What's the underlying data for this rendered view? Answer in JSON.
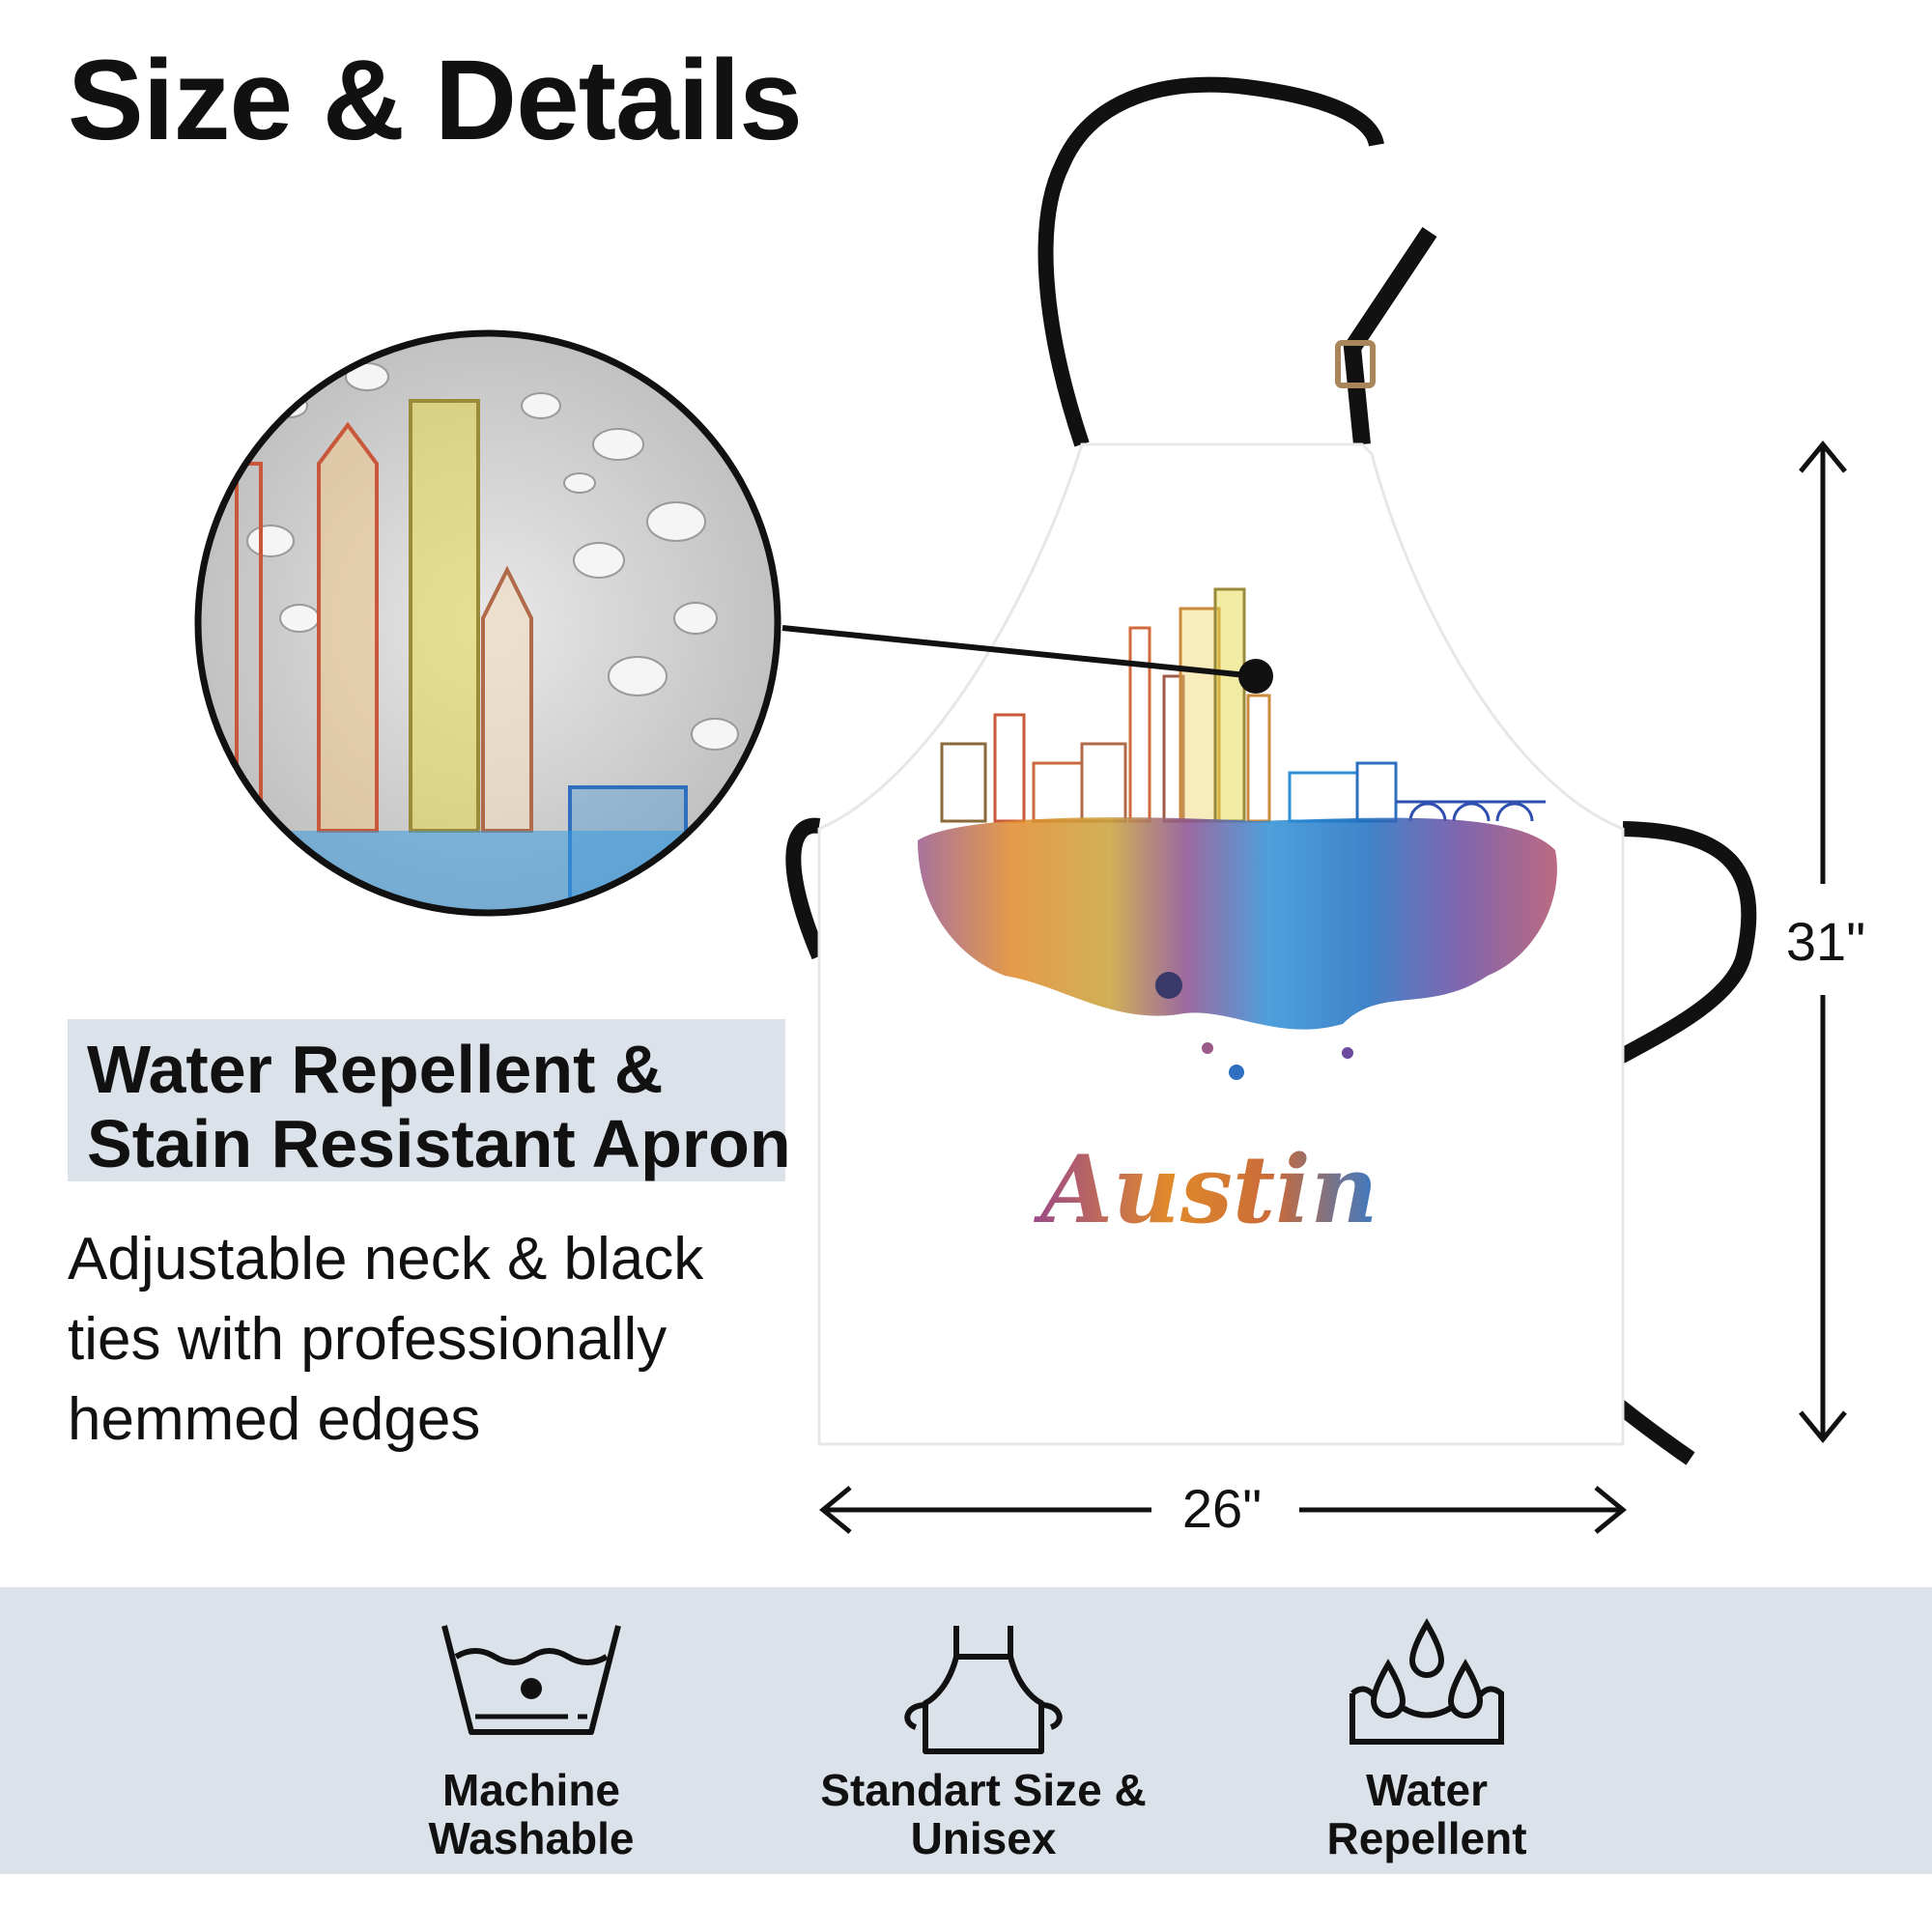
{
  "header": {
    "title": "Size & Details"
  },
  "callout": {
    "lines": [
      "Water Repellent &",
      "Stain Resistant Apron"
    ]
  },
  "description": {
    "lines": [
      "Adjustable neck & black",
      "ties with professionally",
      "hemmed edges"
    ]
  },
  "product": {
    "print_text": "Austin"
  },
  "dimensions": {
    "width": "26\"",
    "height": "31\""
  },
  "features": [
    {
      "icon": "machine-wash-icon",
      "lines": [
        "Machine",
        "Washable"
      ]
    },
    {
      "icon": "apron-icon",
      "lines": [
        "Standart Size &",
        "Unisex"
      ]
    },
    {
      "icon": "water-drops-icon",
      "lines": [
        "Water",
        "Repellent"
      ]
    }
  ],
  "colors": {
    "panel": "#dbe2ea",
    "strap": "#111111",
    "text": "#111111"
  }
}
